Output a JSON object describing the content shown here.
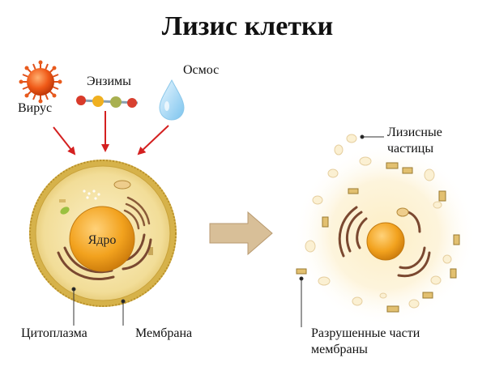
{
  "title": "Лизис клетки",
  "labels": {
    "virus": "Вирус",
    "enzymes": "Энзимы",
    "osmosis": "Осмос",
    "nucleus": "Ядро",
    "cytoplasm": "Цитоплазма",
    "membrane": "Мембрана",
    "lysed_particles_1": "Лизисные",
    "lysed_particles_2": "частицы",
    "broken_membrane_1": "Разрушенные части",
    "broken_membrane_2": "мембраны"
  },
  "colors": {
    "arrow_red": "#d42020",
    "virus": "#f06020",
    "cell_fill": "#f6e6a8",
    "membrane": "#c9a23a",
    "nucleus": "#f0a020",
    "process_arrow": "#d8bf98"
  }
}
